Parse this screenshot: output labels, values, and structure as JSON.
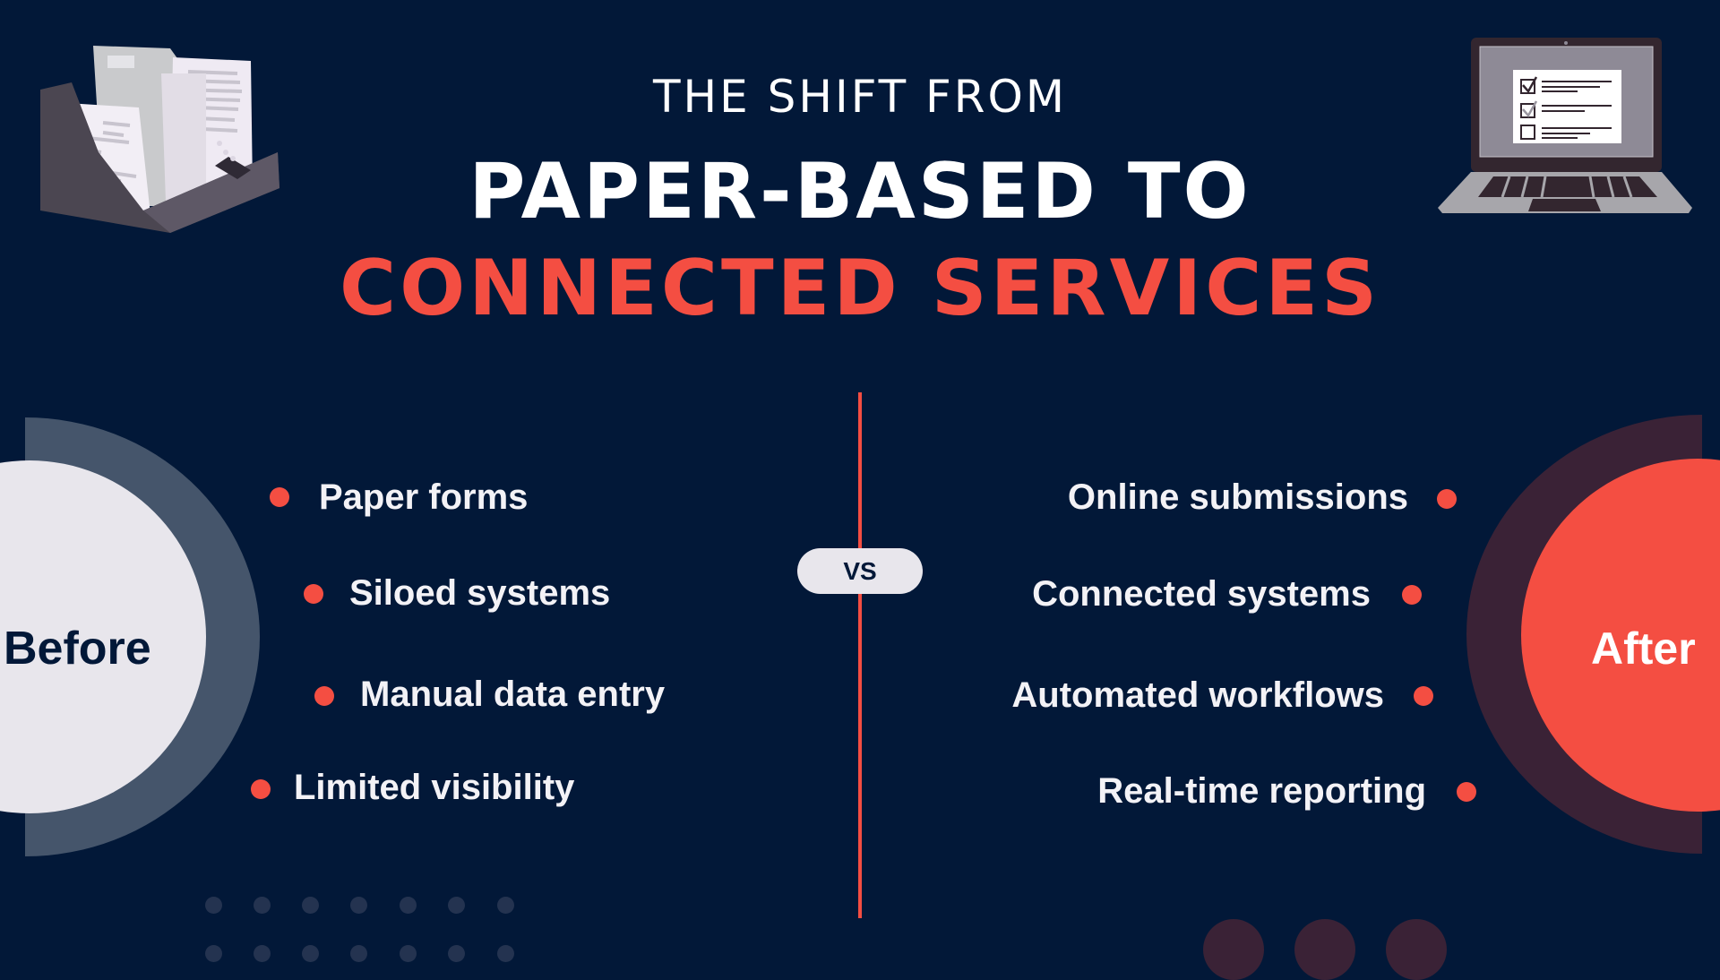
{
  "title": {
    "pre": "THE SHIFT FROM",
    "main": "PAPER-BASED TO",
    "accent": "CONNECTED SERVICES"
  },
  "colors": {
    "background": "#021838",
    "accent_red": "#F44E42",
    "before_ring": "#45556B",
    "before_fill": "#E8E6EC",
    "after_ring": "#3A2236",
    "after_fill": "#F44E42",
    "text_light": "#F3F2F6"
  },
  "before": {
    "label": "Before",
    "items": [
      {
        "label": "Paper forms"
      },
      {
        "label": "Siloed systems"
      },
      {
        "label": "Manual data entry"
      },
      {
        "label": "Limited visibility"
      }
    ]
  },
  "divider": {
    "vs_label": "VS"
  },
  "after": {
    "label": "After",
    "items": [
      {
        "label": "Online submissions"
      },
      {
        "label": "Connected systems"
      },
      {
        "label": "Automated workflows"
      },
      {
        "label": "Real-time reporting"
      }
    ]
  },
  "illustrations": {
    "left": "file-organizer-with-papers",
    "right": "laptop-with-checklist"
  }
}
